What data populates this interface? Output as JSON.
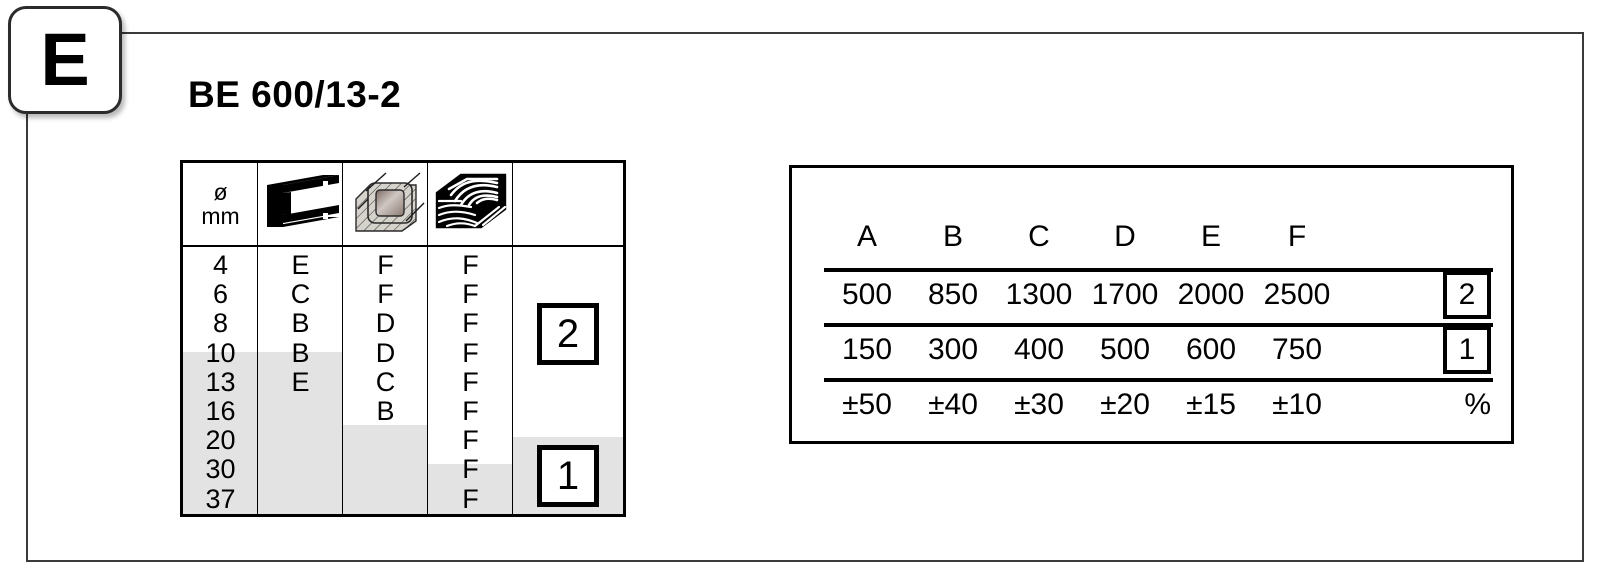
{
  "chapter_tab": {
    "letter": "E",
    "icon": "chapter-tab"
  },
  "title": "BE 600/13-2",
  "matrix_table": {
    "columns": [
      {
        "key": "diameter",
        "header_text": "ø\nmm",
        "header_line1": "ø",
        "header_line2": "mm",
        "icon": null
      },
      {
        "key": "steel_beam",
        "header_text": "",
        "icon": "i-beam-icon"
      },
      {
        "key": "square_tube",
        "header_text": "",
        "icon": "square-tube-icon"
      },
      {
        "key": "wood_beam",
        "header_text": "",
        "icon": "wood-beam-icon"
      },
      {
        "key": "load_class",
        "header_text": "",
        "icon": null
      }
    ],
    "diameters": [
      "4",
      "6",
      "8",
      "10",
      "13",
      "16",
      "20",
      "30",
      "37"
    ],
    "steel_beam_values": [
      "E",
      "C",
      "B",
      "B",
      "E"
    ],
    "square_tube_values": [
      "F",
      "F",
      "D",
      "D",
      "C",
      "B"
    ],
    "wood_beam_values": [
      "F",
      "F",
      "F",
      "F",
      "F",
      "F",
      "F",
      "F",
      "F"
    ],
    "load_badges": [
      "2",
      "1"
    ]
  },
  "reference_table": {
    "header": [
      "A",
      "B",
      "C",
      "D",
      "E",
      "F"
    ],
    "rows": [
      {
        "badge": "2",
        "values": [
          "500",
          "850",
          "1300",
          "1700",
          "2000",
          "2500"
        ]
      },
      {
        "badge": "1",
        "values": [
          "150",
          "300",
          "400",
          "500",
          "600",
          "750"
        ]
      },
      {
        "badge": "%",
        "values": [
          "±50",
          "±40",
          "±30",
          "±20",
          "±15",
          "±10"
        ]
      }
    ]
  },
  "colors": {
    "shade": "#e3e3e3",
    "line": "#000000",
    "frame": "#3a3a3a"
  }
}
